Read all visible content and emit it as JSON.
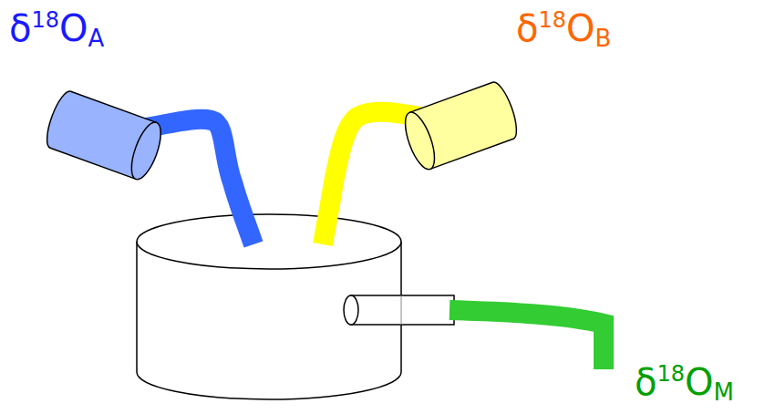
{
  "diagram": {
    "labels": [
      "δ18OA",
      "δ18OB",
      "δ18OM"
    ]
  }
}
